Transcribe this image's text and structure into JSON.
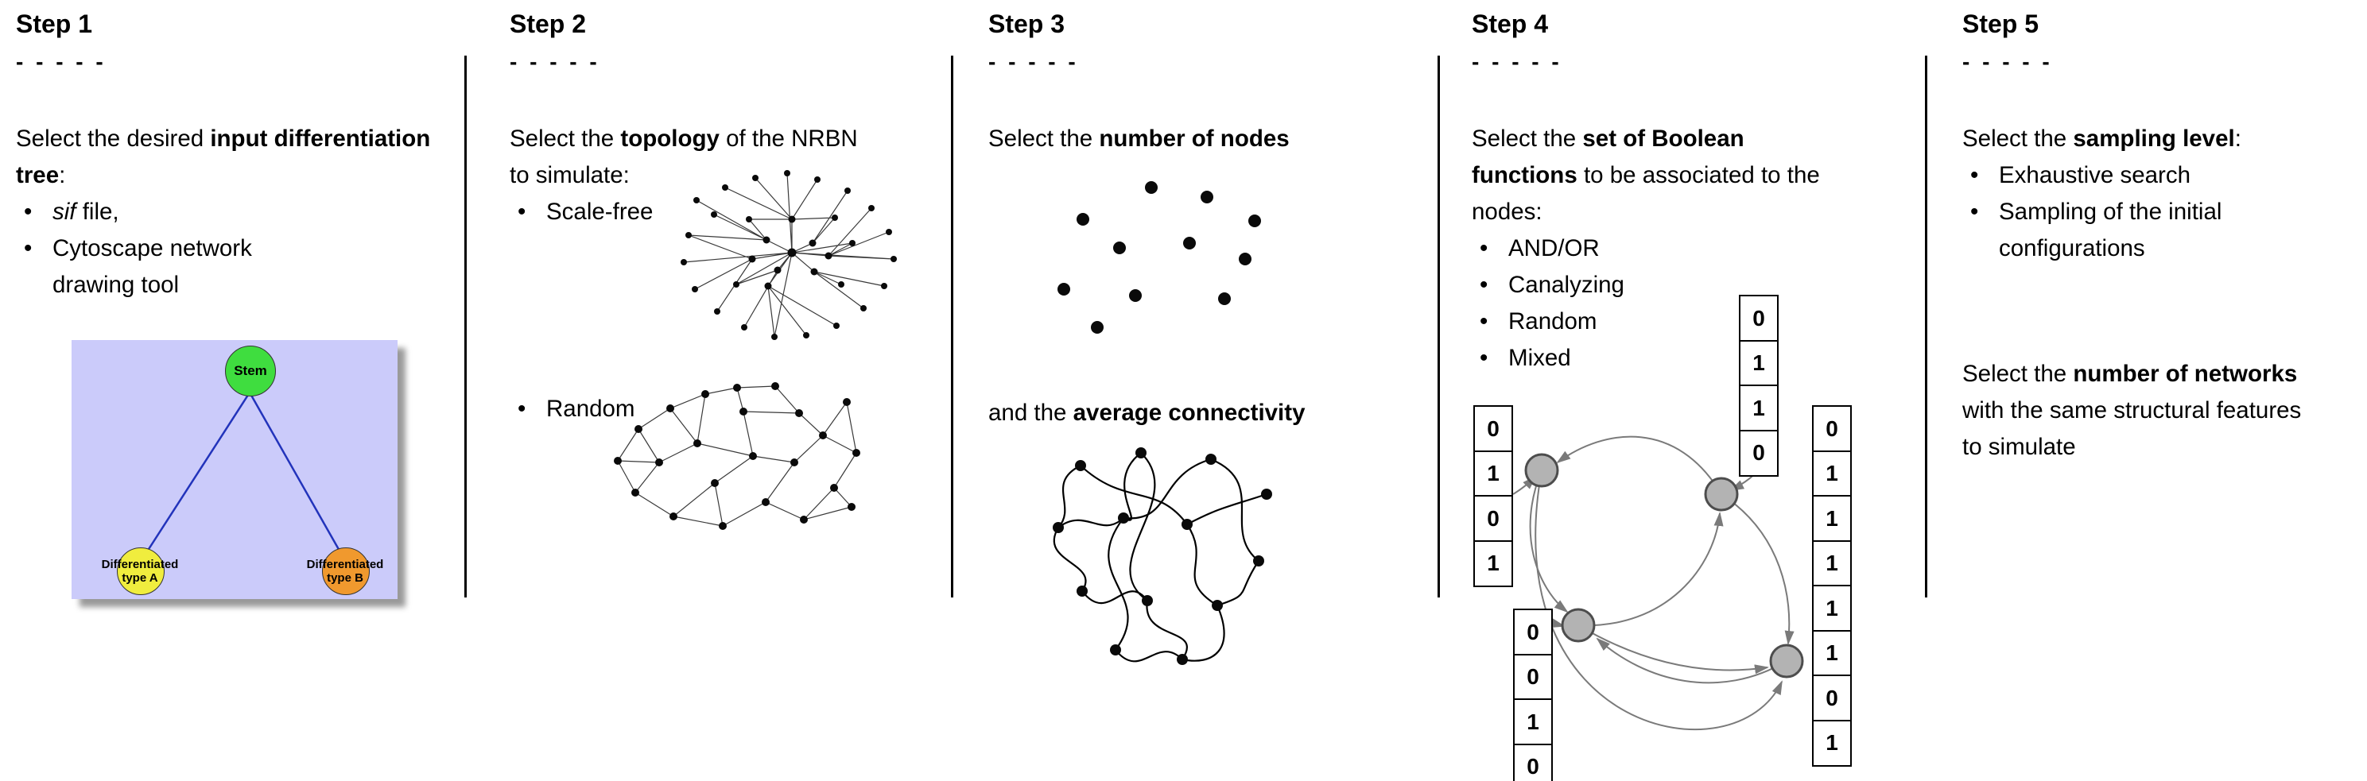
{
  "colors": {
    "lavender_panel": "#cbcbfa",
    "stem_green": "#3fdd3f",
    "type_a_yellow": "#f0ed3e",
    "type_b_orange": "#f0992e",
    "tree_edge_blue": "#2233bb",
    "boolean_node_gray": "#b3b3b3",
    "arrow_gray": "#7a7a7a"
  },
  "step1": {
    "title": "Step 1",
    "dashes": "- - - - -",
    "intro": {
      "pre": "Select the desired ",
      "bold": "input differentiation tree",
      "post": ":"
    },
    "bullets": {
      "sif": {
        "italic": "sif",
        "rest": " file,"
      },
      "cytoscape": "Cytoscape network drawing tool"
    },
    "tree": {
      "stem": "Stem",
      "type_a_line1": "Differentiated",
      "type_a_line2": "type A",
      "type_b_line1": "Differentiated",
      "type_b_line2": "type B"
    }
  },
  "step2": {
    "title": "Step 2",
    "dashes": "- - - - -",
    "intro": {
      "pre": "Select the ",
      "bold": "topology",
      "post": " of the NRBN to simulate:"
    },
    "bullets": {
      "scale_free": "Scale-free",
      "random": "Random"
    }
  },
  "step3": {
    "title": "Step 3",
    "dashes": "- - - - -",
    "line1": {
      "pre": "Select the ",
      "bold": "number of nodes"
    },
    "line2": {
      "pre": "and the ",
      "bold": "average connectivity"
    }
  },
  "step4": {
    "title": "Step 4",
    "dashes": "- - - - -",
    "intro": {
      "pre": "Select the ",
      "bold": "set of Boolean functions",
      "post": " to be associated to the nodes:"
    },
    "bullets": [
      "AND/OR",
      "Canalyzing",
      "Random",
      "Mixed"
    ],
    "vectors": {
      "top": [
        "0",
        "1",
        "1",
        "0"
      ],
      "left": [
        "0",
        "1",
        "0",
        "1"
      ],
      "right": [
        "0",
        "1",
        "1",
        "1",
        "1",
        "1",
        "0",
        "1"
      ],
      "bottom": [
        "0",
        "0",
        "1",
        "0"
      ]
    }
  },
  "step5": {
    "title": "Step 5",
    "dashes": "- - - - -",
    "intro": {
      "pre": "Select the ",
      "bold": "sampling level",
      "post": ":"
    },
    "bullets": [
      "Exhaustive search",
      "Sampling of the initial configurations"
    ],
    "second": {
      "pre": "Select the ",
      "bold": "number of networks",
      "post": " with the same structural features to simulate"
    }
  }
}
